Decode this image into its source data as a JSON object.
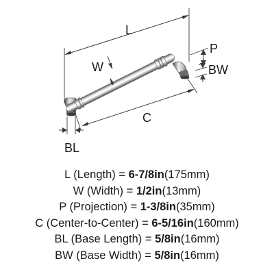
{
  "diagram": {
    "labels": {
      "length": "L",
      "width": "W",
      "projection": "P",
      "base_width": "BW",
      "center_to_center": "C",
      "base_length": "BL"
    }
  },
  "specs": [
    {
      "abbr": "L",
      "name": "(Length)",
      "value": "6-7/8in",
      "metric": "(175mm)"
    },
    {
      "abbr": "W",
      "name": "(Width)",
      "value": "1/2in",
      "metric": "(13mm)"
    },
    {
      "abbr": "P",
      "name": "(Projection)",
      "value": "1-3/8in",
      "metric": "(35mm)"
    },
    {
      "abbr": "C",
      "name": "(Center-to-Center)",
      "value": "6-5/16in",
      "metric": "(160mm)"
    },
    {
      "abbr": "BL",
      "name": "(Base Length)",
      "value": "5/8in",
      "metric": "(16mm)"
    },
    {
      "abbr": "BW",
      "name": "(Base Width)",
      "value": "5/8in",
      "metric": "(16mm)"
    }
  ]
}
